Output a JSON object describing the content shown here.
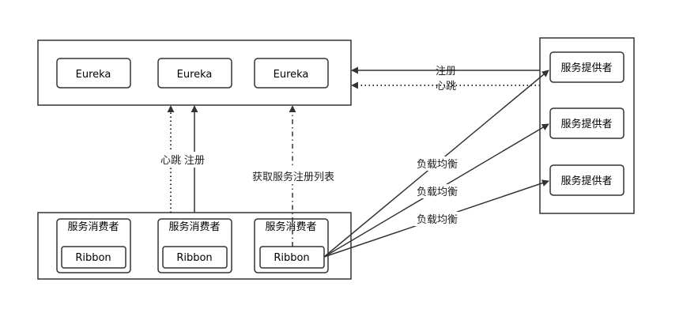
{
  "registry": {
    "nodes": [
      "Eureka",
      "Eureka",
      "Eureka"
    ]
  },
  "providers": {
    "nodes": [
      "服务提供者",
      "服务提供者",
      "服务提供者"
    ]
  },
  "consumers": {
    "nodes": [
      {
        "title": "服务消费者",
        "client": "Ribbon"
      },
      {
        "title": "服务消费者",
        "client": "Ribbon"
      },
      {
        "title": "服务消费者",
        "client": "Ribbon"
      }
    ]
  },
  "edges": {
    "provider_register": "注册",
    "provider_heartbeat": "心跳",
    "consumer_heartbeat": "心跳",
    "consumer_register": "注册",
    "fetch_registry": "获取服务注册列表",
    "load_balance": [
      "负载均衡",
      "负载均衡",
      "负载均衡"
    ]
  },
  "colors": {
    "stroke": "#333333",
    "background": "#ffffff"
  }
}
